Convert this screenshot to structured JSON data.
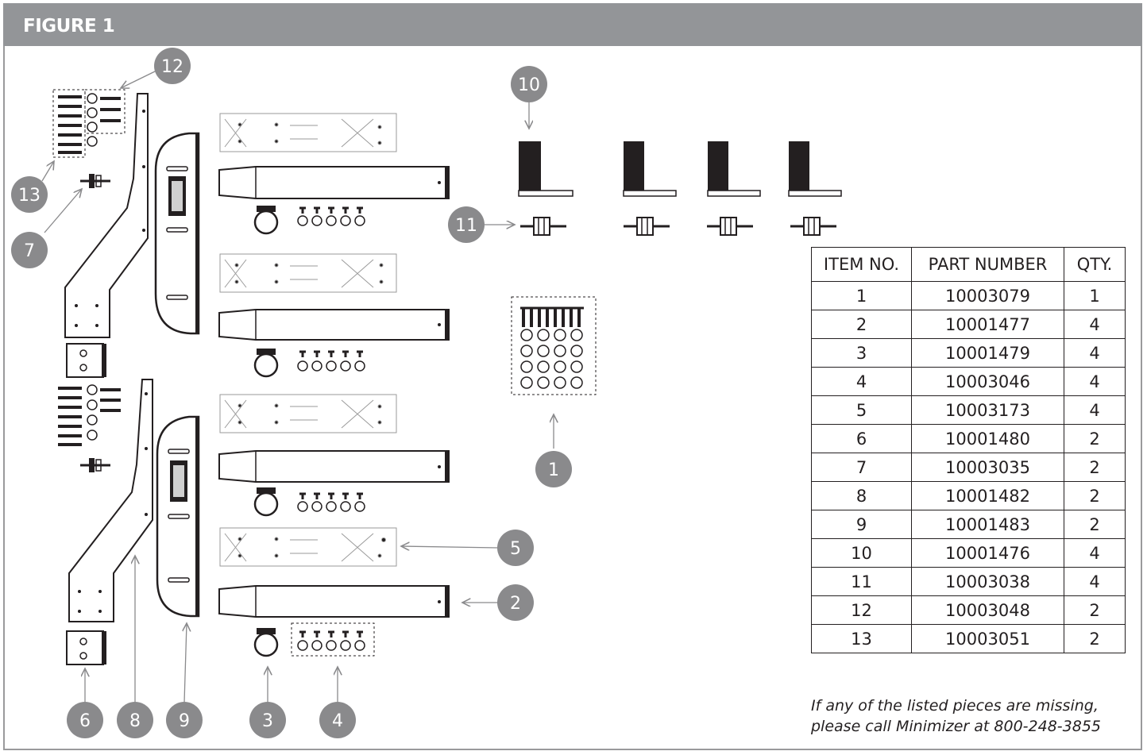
{
  "figure": {
    "title": "FIGURE 1"
  },
  "callouts": [
    "1",
    "2",
    "3",
    "4",
    "5",
    "6",
    "7",
    "8",
    "9",
    "10",
    "11",
    "12",
    "13"
  ],
  "table": {
    "headers": [
      "ITEM NO.",
      "PART NUMBER",
      "QTY."
    ],
    "rows": [
      [
        "1",
        "10003079",
        "1"
      ],
      [
        "2",
        "10001477",
        "4"
      ],
      [
        "3",
        "10001479",
        "4"
      ],
      [
        "4",
        "10003046",
        "4"
      ],
      [
        "5",
        "10003173",
        "4"
      ],
      [
        "6",
        "10001480",
        "2"
      ],
      [
        "7",
        "10003035",
        "2"
      ],
      [
        "8",
        "10001482",
        "2"
      ],
      [
        "9",
        "10001483",
        "2"
      ],
      [
        "10",
        "10001476",
        "4"
      ],
      [
        "11",
        "10003038",
        "4"
      ],
      [
        "12",
        "10003048",
        "2"
      ],
      [
        "13",
        "10003051",
        "2"
      ]
    ]
  },
  "note": {
    "line1": "If any of the listed pieces are missing,",
    "line2": "please call Minimizer at 800-248-3855"
  },
  "colors": {
    "header": "#939598",
    "callout": "#8a8a8c",
    "ink": "#231f20"
  }
}
